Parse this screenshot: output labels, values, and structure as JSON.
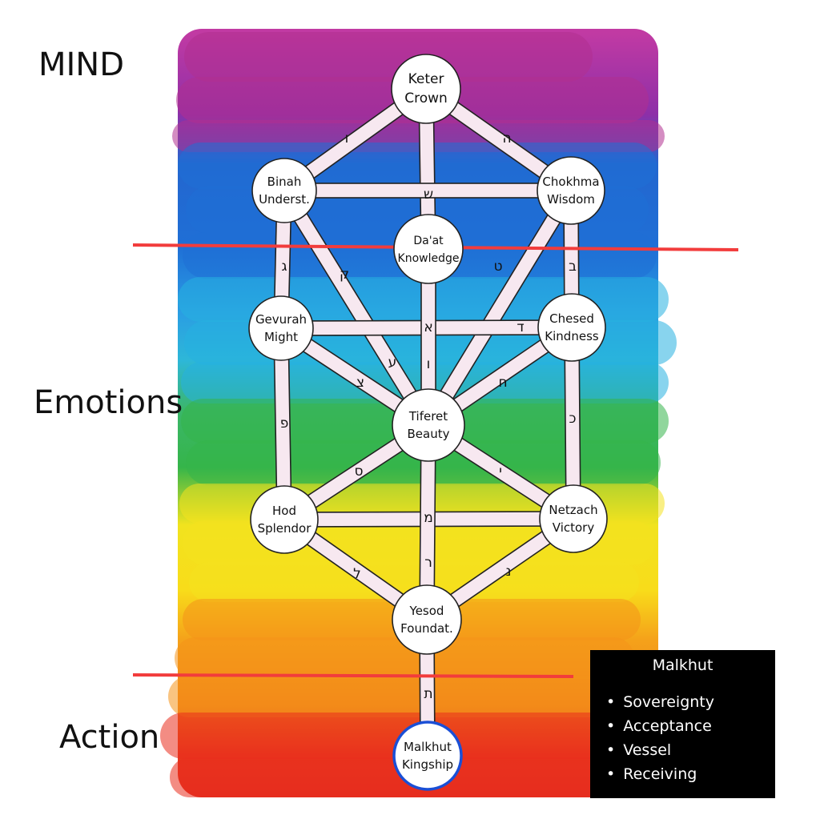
{
  "sections": {
    "mind": "MIND",
    "emotions": "Emotions",
    "action": "Action"
  },
  "nodes": {
    "keter": {
      "line1": "Keter",
      "line2": "Crown"
    },
    "binah": {
      "line1": "Binah",
      "line2": "Underst."
    },
    "chokhma": {
      "line1": "Chokhma",
      "line2": "Wisdom"
    },
    "daat": {
      "line1": "Da'at",
      "line2": "Knowledge"
    },
    "gevurah": {
      "line1": "Gevurah",
      "line2": "Might"
    },
    "chesed": {
      "line1": "Chesed",
      "line2": "Kindness"
    },
    "tiferet": {
      "line1": "Tiferet",
      "line2": "Beauty"
    },
    "hod": {
      "line1": "Hod",
      "line2": "Splendor"
    },
    "netzach": {
      "line1": "Netzach",
      "line2": "Victory"
    },
    "yesod": {
      "line1": "Yesod",
      "line2": "Foundat."
    },
    "malkhut": {
      "line1": "Malkhut",
      "line2": "Kingship"
    }
  },
  "paths": {
    "keter_binah": "ו",
    "keter_chokhma": "ה",
    "binah_chokhma": "ש",
    "binah_gevurah": "ג",
    "binah_tiferet": "ק",
    "chokhma_chesed": "ב",
    "chokhma_tiferet": "ט",
    "gevurah_chesed": "א",
    "chesed_side": "ד",
    "daat_tiferet": "ו",
    "gevurah_tiferet": "צ",
    "gevurah_tiferet_b": "ע",
    "chesed_tiferet": "ח",
    "gevurah_hod": "פ",
    "chesed_netzach": "כ",
    "tiferet_hod": "ס",
    "tiferet_netzach": "י",
    "hod_netzach": "מ",
    "tiferet_yesod": "ר",
    "hod_yesod": "ל",
    "netzach_yesod": "נ",
    "yesod_malkhut": "ת"
  },
  "info": {
    "title": "Malkhut",
    "items": [
      "Sovereignty",
      "Acceptance",
      "Vessel",
      "Receiving"
    ]
  },
  "colors": {
    "divider": "#f23c3c",
    "path_fill": "#f7e8f0",
    "path_stroke": "#222222",
    "node_fill": "#ffffff",
    "node_stroke": "#222222",
    "malkhut_stroke": "#1a4fd6",
    "band_magenta": "#b0308f",
    "band_blue": "#1f6fd6",
    "band_cyan": "#27b1e0",
    "band_green": "#35b54a",
    "band_yellow": "#f4e21f",
    "band_orange": "#f49319",
    "band_red": "#e92e1e"
  }
}
